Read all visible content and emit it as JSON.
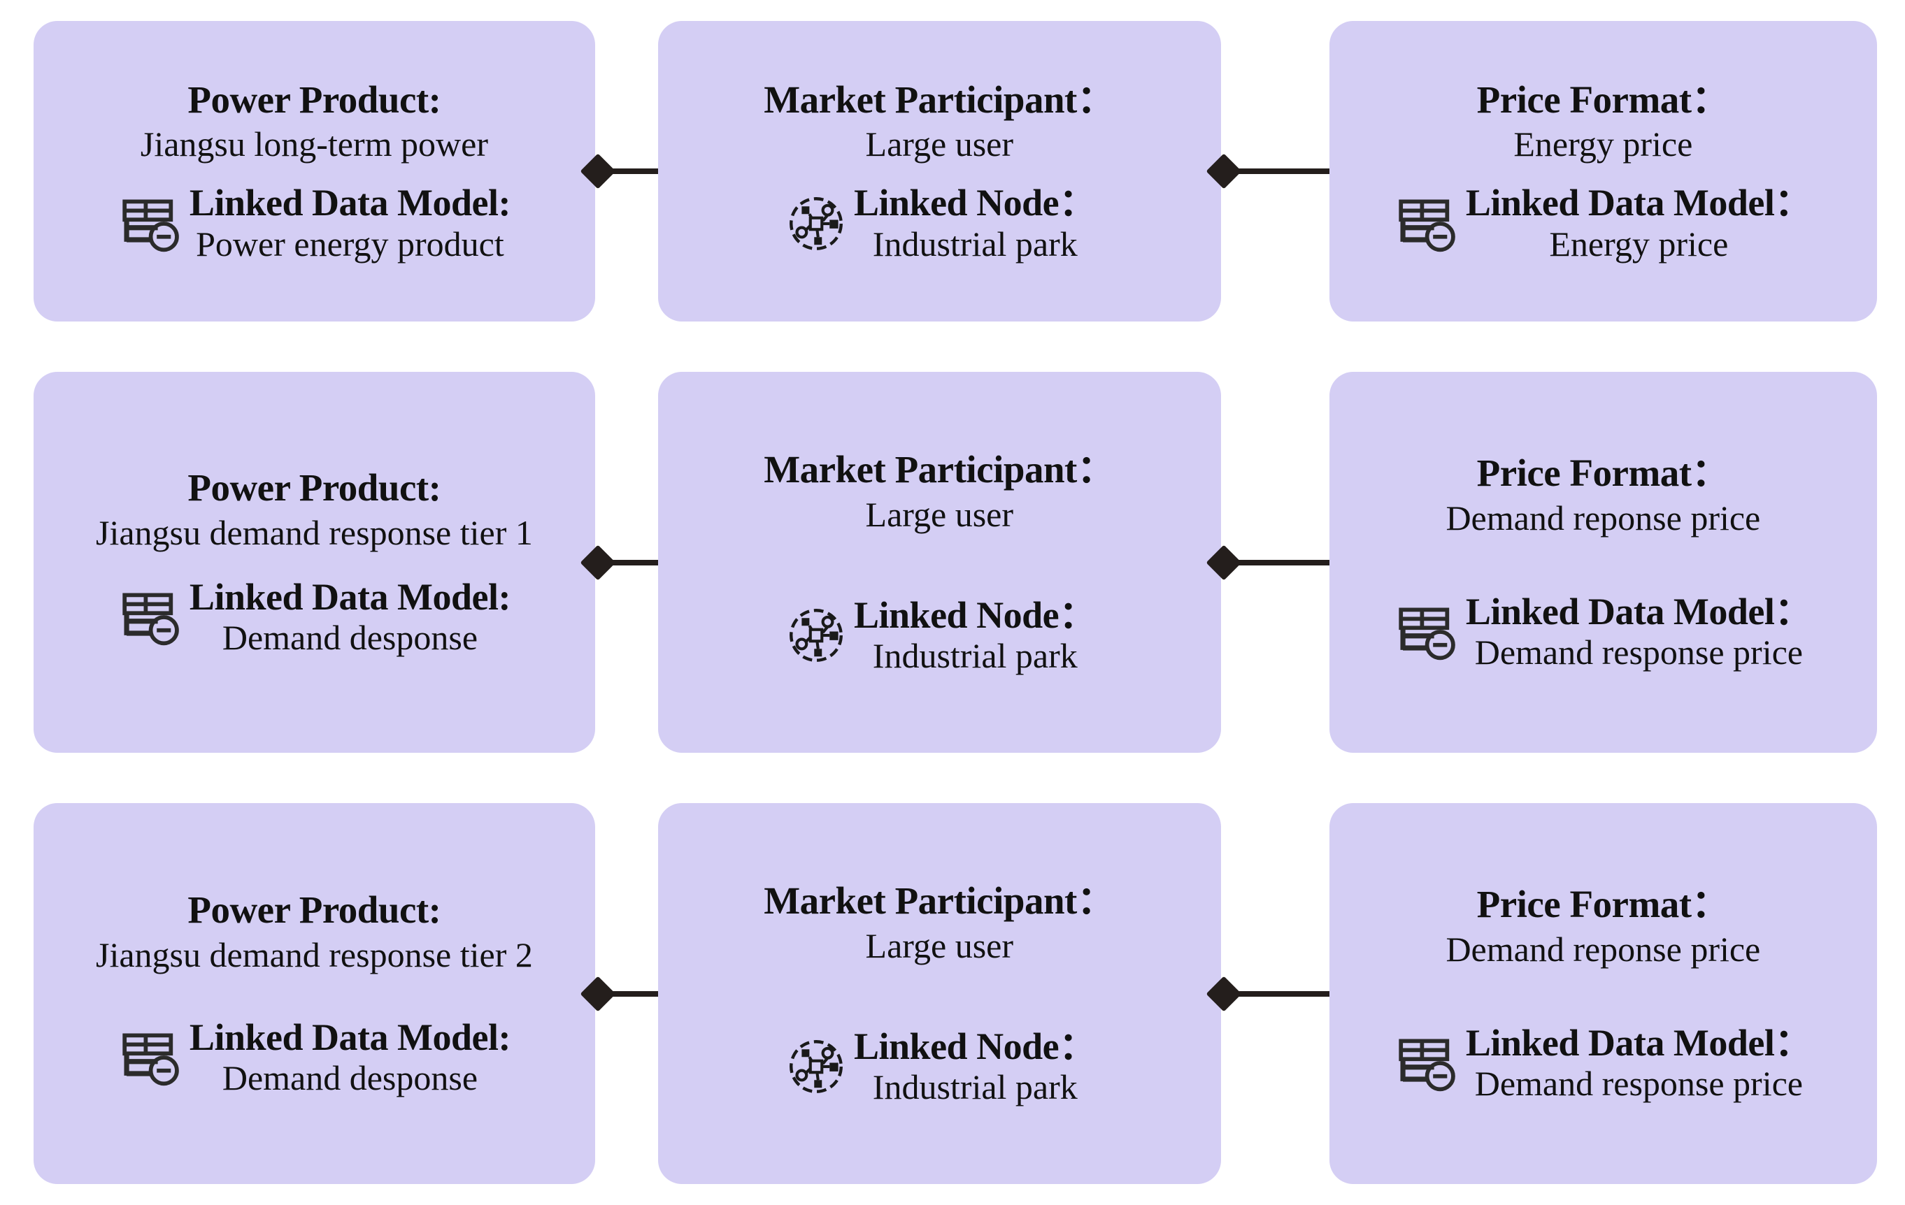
{
  "theme": {
    "card_fill": "#D4CEF4",
    "connector_color": "#241E1C",
    "text_color": "#111111",
    "page_background": "#FFFFFF"
  },
  "icons": {
    "data_model": "linked-data-model-icon",
    "linked_node": "linked-node-icon",
    "connector": "diamond-connector-icon"
  },
  "rows": [
    {
      "id": "row-1",
      "cards": [
        {
          "id": "power-product-1",
          "title": "Power Product:",
          "subtitle": "Jiangsu long-term power",
          "linked_label": "Linked Data Model:",
          "linked_value": "Power energy product",
          "icon": "linked-data-model-icon"
        },
        {
          "id": "market-participant-1",
          "title": "Market Participant：",
          "subtitle": "Large user",
          "linked_label": "Linked Node：",
          "linked_value": "Industrial park",
          "icon": "linked-node-icon"
        },
        {
          "id": "price-format-1",
          "title": "Price Format：",
          "subtitle": "Energy price",
          "linked_label": "Linked Data Model：",
          "linked_value": "Energy price",
          "icon": "linked-data-model-icon"
        }
      ]
    },
    {
      "id": "row-2",
      "cards": [
        {
          "id": "power-product-2",
          "title": "Power Product:",
          "subtitle": "Jiangsu demand response tier 1",
          "linked_label": "Linked Data Model:",
          "linked_value": "Demand desponse",
          "icon": "linked-data-model-icon"
        },
        {
          "id": "market-participant-2",
          "title": "Market Participant：",
          "subtitle": "Large user",
          "linked_label": "Linked Node：",
          "linked_value": "Industrial park",
          "icon": "linked-node-icon"
        },
        {
          "id": "price-format-2",
          "title": "Price Format：",
          "subtitle": "Demand reponse price",
          "linked_label": "Linked Data Model：",
          "linked_value": "Demand response price",
          "icon": "linked-data-model-icon"
        }
      ]
    },
    {
      "id": "row-3",
      "cards": [
        {
          "id": "power-product-3",
          "title": "Power Product:",
          "subtitle": "Jiangsu demand response tier 2",
          "linked_label": "Linked Data Model:",
          "linked_value": "Demand desponse",
          "icon": "linked-data-model-icon"
        },
        {
          "id": "market-participant-3",
          "title": "Market Participant：",
          "subtitle": "Large user",
          "linked_label": "Linked Node：",
          "linked_value": "Industrial park",
          "icon": "linked-node-icon"
        },
        {
          "id": "price-format-3",
          "title": "Price Format：",
          "subtitle": "Demand reponse price",
          "linked_label": "Linked Data Model：",
          "linked_value": "Demand response price",
          "icon": "linked-data-model-icon"
        }
      ]
    }
  ]
}
